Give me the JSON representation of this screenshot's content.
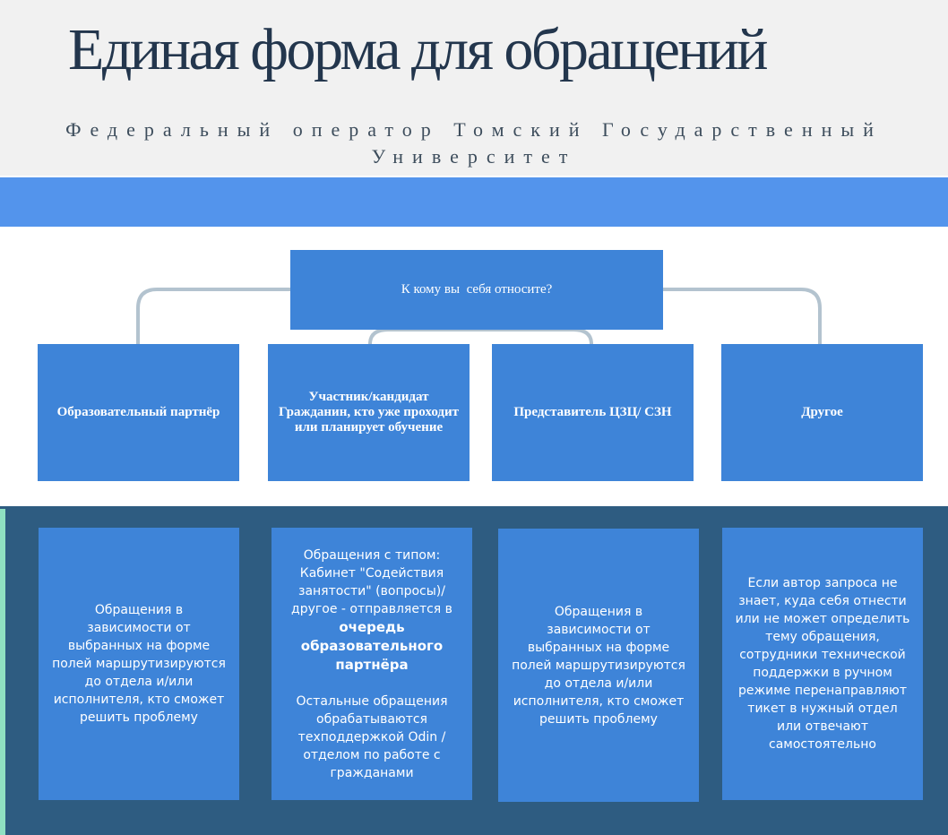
{
  "header": {
    "title": "Единая форма для обращений",
    "subtitle": "Федеральный оператор Томский Государственный Университет"
  },
  "diagram": {
    "question": "К кому вы  себя относите?",
    "categories": [
      "Образовательный партнёр",
      "Участник/кандидат Гражданин, кто уже проходит или планирует обучение",
      "Представитель ЦЗЦ/ СЗН",
      "Другое"
    ],
    "descriptions": {
      "d0": "Обращения в зависимости от выбранных на форме полей маршрутизируются до отдела и/или исполнителя, кто сможет решить проблему",
      "d1_intro": "Обращения с типом: Кабинет \"Содействия занятости\" (вопросы)/ другое - отправляется в",
      "d1_bold": "очередь образовательного партнёра",
      "d1_rest": "Остальные обращения обрабатываются техподдержкой Odin / отделом по работе с гражданами",
      "d2": "Обращения в зависимости от выбранных на форме полей маршрутизируются до отдела и/или исполнителя, кто сможет решить проблему",
      "d3": "Если автор запроса не знает, куда себя отнести или не может определить тему обращения, сотрудники технической поддержки в ручном режиме  перенаправляют тикет в нужный отдел или отвечают самостоятельно"
    }
  },
  "colors": {
    "box": "#3e84d8",
    "band": "#5394ec",
    "dark": "#2e5c81",
    "connector": "#b3c3cf",
    "accent": "#8fe0c2"
  }
}
